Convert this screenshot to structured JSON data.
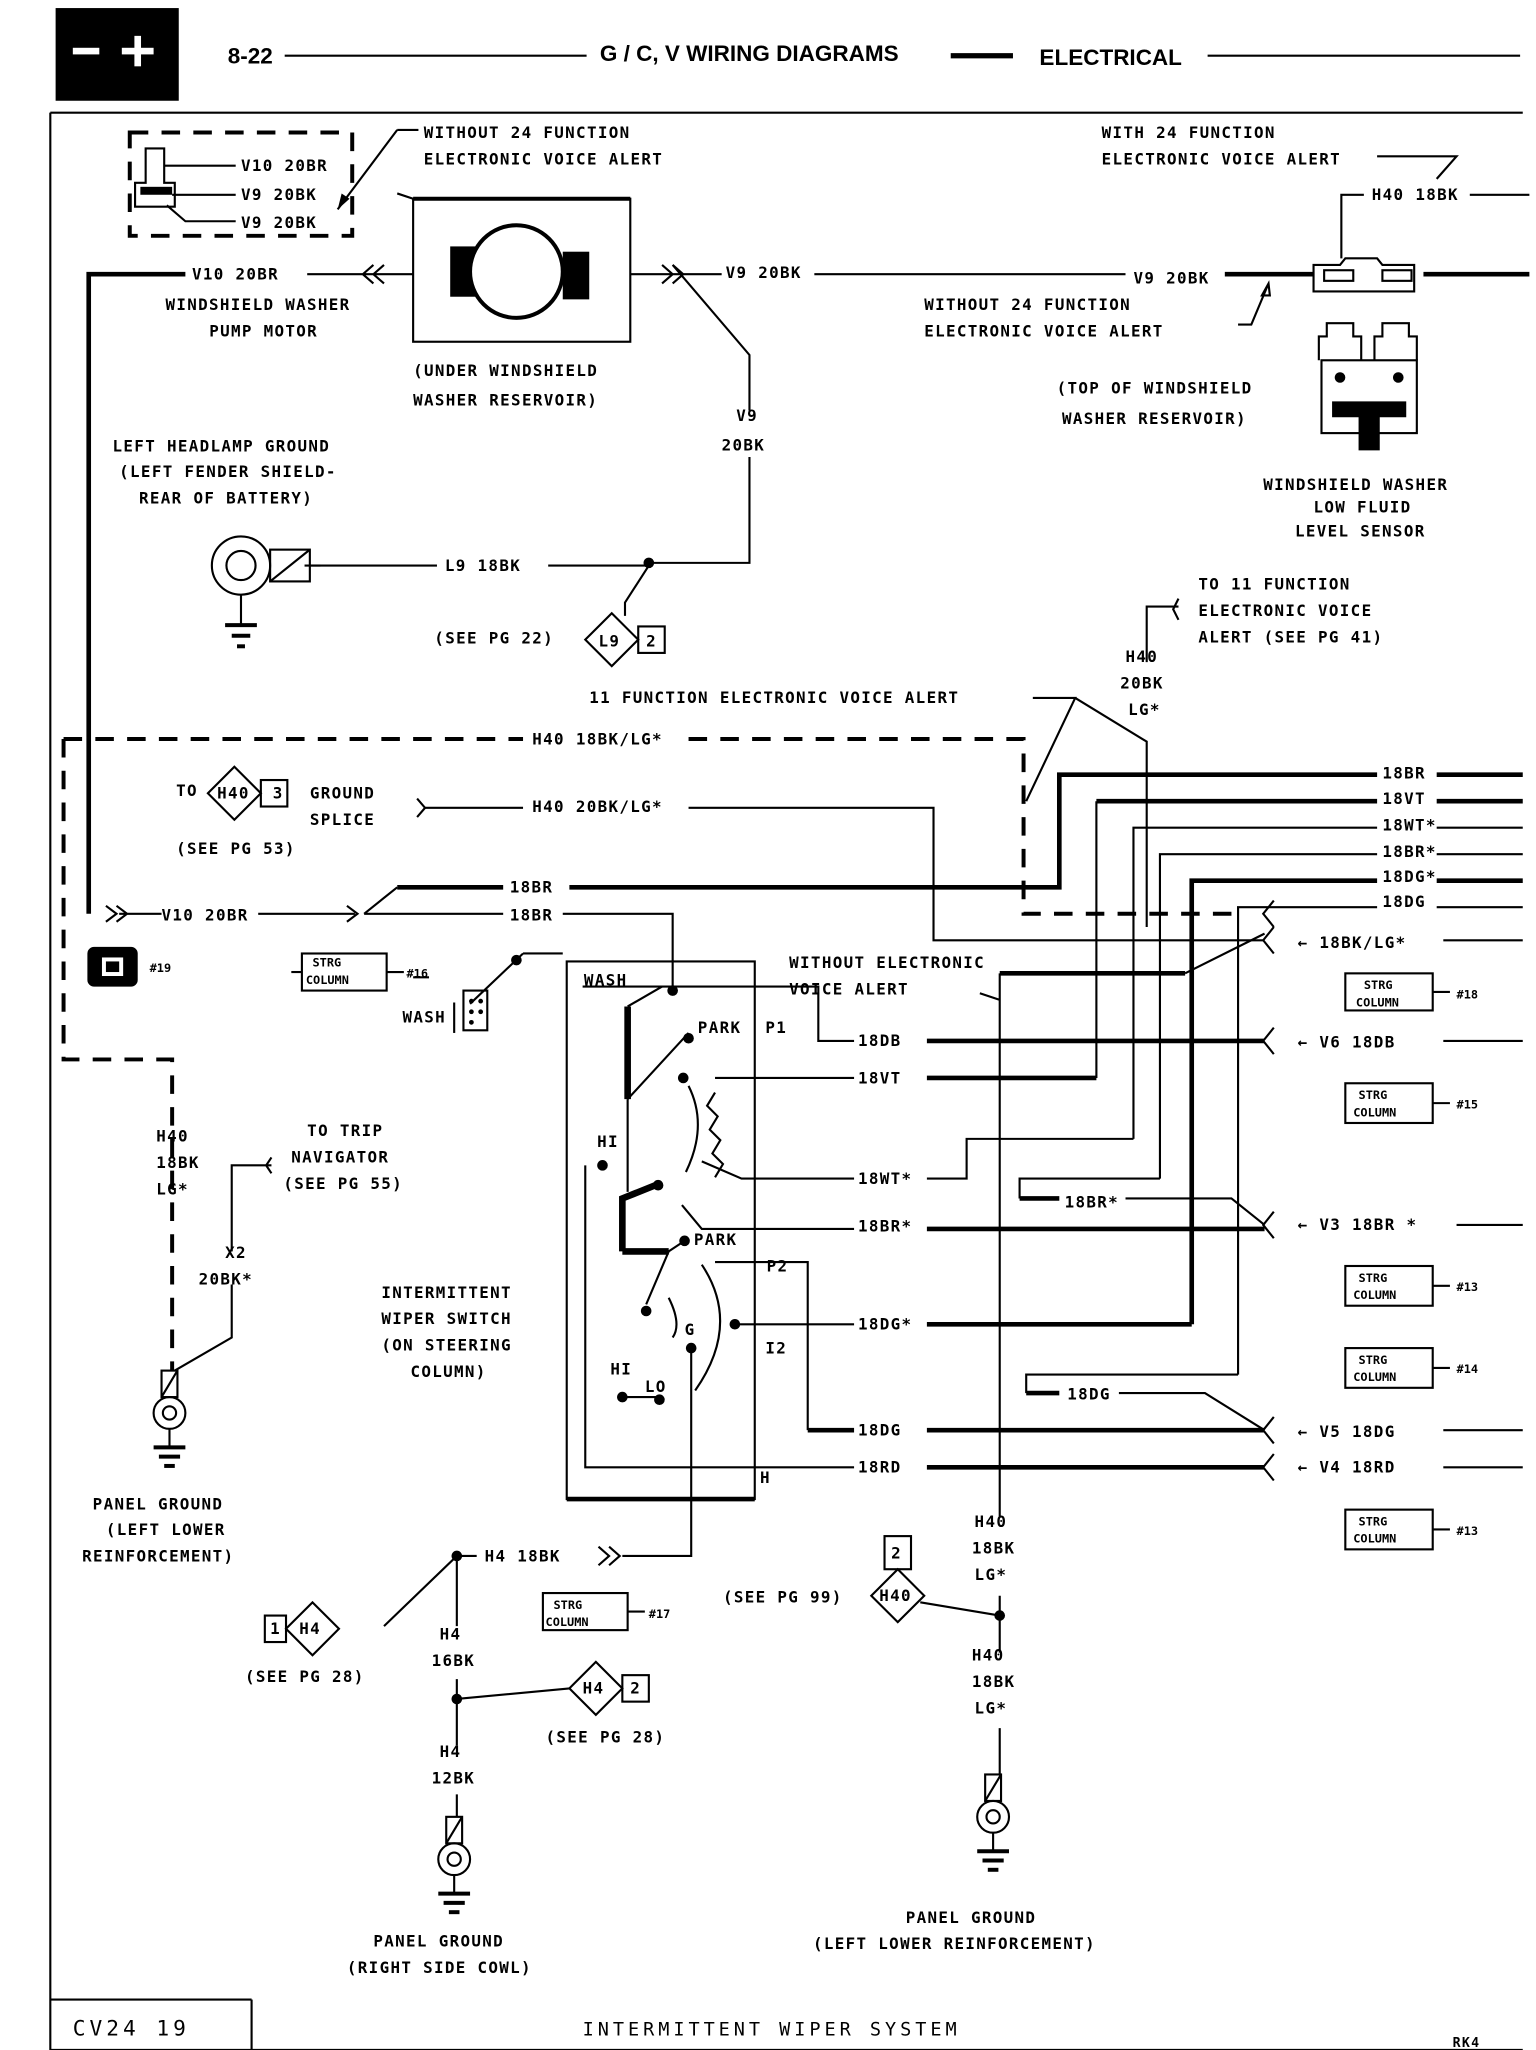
{
  "header": {
    "page": "8-22",
    "title": "G / C, V  WIRING DIAGRAMS",
    "section": "ELECTRICAL",
    "logo_icon": "battery-icon"
  },
  "footer": {
    "code": "CV24  19",
    "title": "INTERMITTENT  WIPER  SYSTEM",
    "ref": "RK4"
  },
  "labels": [
    "V10 20BR",
    "V9 20BK",
    "V9 20BK",
    "WITHOUT 24 FUNCTION",
    "ELECTRONIC VOICE ALERT",
    "V10 20BR",
    "WINDSHIELD WASHER",
    "PUMP MOTOR",
    "(UNDER WINDSHIELD",
    "WASHER RESERVOIR)",
    "V9 20BK",
    "V9",
    "20BK",
    "LEFT HEADLAMP GROUND",
    "(LEFT FENDER SHIELD-",
    "REAR OF BATTERY)",
    "L9 18BK",
    "(SEE PG 22)",
    "L9",
    "2",
    "WITH 24 FUNCTION",
    "ELECTRONIC VOICE ALERT",
    "H40 18BK",
    "V9 20BK",
    "WITHOUT 24 FUNCTION",
    "ELECTRONIC VOICE ALERT",
    "(TOP OF WINDSHIELD",
    "WASHER RESERVOIR)",
    "WINDSHIELD WASHER",
    "LOW FLUID",
    "LEVEL SENSOR",
    "TO 11 FUNCTION",
    "ELECTRONIC VOICE",
    "ALERT (SEE PG 41)",
    "H40",
    "20BK",
    "LG*",
    "11 FUNCTION ELECTRONIC VOICE ALERT",
    "H40 18BK/LG*",
    "TO",
    "H40",
    "3",
    "GROUND",
    "SPLICE",
    "(SEE PG 53)",
    "H40 20BK/LG*",
    "18BR",
    "18BR",
    "V10 20BR",
    "#19",
    "STRG",
    "COLUMN",
    "#16",
    "WASH",
    "WASH",
    "PARK",
    "P1",
    "HI",
    "PARK",
    "P2",
    "G",
    "I2",
    "HI",
    "LO",
    "H",
    "INTERMITTENT",
    "WIPER SWITCH",
    "(ON STEERING",
    "COLUMN)",
    "WITHOUT ELECTRONIC",
    "VOICE ALERT",
    "18DB",
    "18VT",
    "18WT*",
    "18BR*",
    "18DG*",
    "18DG",
    "18RD",
    "18BR*",
    "18DG",
    "18BR",
    "18VT",
    "18WT*",
    "18BR*",
    "18DG*",
    "18DG",
    "← 18BK/LG*",
    "← V6 18DB",
    "← V3 18BR *",
    "← V5 18DG",
    "← V4 18RD",
    "STRG",
    "COLUMN",
    "#18",
    "STRG",
    "COLUMN",
    "#15",
    "STRG",
    "COLUMN",
    "#13",
    "STRG",
    "COLUMN",
    "#14",
    "STRG",
    "COLUMN",
    "#13",
    "H40",
    "18BK",
    "LG*",
    "TO TRIP",
    "NAVIGATOR",
    "(SEE PG 55)",
    "X2",
    "20BK*",
    "PANEL GROUND",
    "(LEFT LOWER",
    "REINFORCEMENT)",
    "H4 18BK",
    "1",
    "H4",
    "(SEE PG 28)",
    "STRG",
    "COLUMN",
    "#17",
    "H4",
    "16BK",
    "H4",
    "2",
    "(SEE PG 28)",
    "H4",
    "12BK",
    "PANEL GROUND",
    "(RIGHT SIDE COWL)",
    "H40",
    "18BK",
    "LG*",
    "2",
    "H40",
    "(SEE PG 99)",
    "H40",
    "18BK",
    "LG*",
    "PANEL GROUND",
    "(LEFT LOWER REINFORCEMENT)"
  ]
}
